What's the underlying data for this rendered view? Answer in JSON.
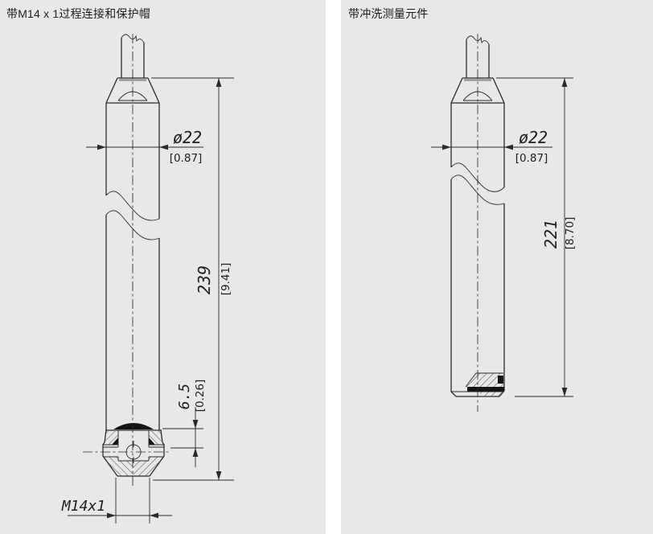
{
  "colors": {
    "background": "#e8e8ea",
    "divider": "#ffffff",
    "line": "#2b2b2b",
    "text": "#1f1f1f"
  },
  "left_panel": {
    "title": "带M14 x 1过程连接和保护帽",
    "dims": {
      "diameter": "ø22",
      "diameter_inch": "[0.87]",
      "length": "239",
      "length_inch": "[9.41]",
      "tip": "6.5",
      "tip_inch": "[0.26]",
      "thread": "M14x1"
    }
  },
  "right_panel": {
    "title": "带冲洗测量元件",
    "dims": {
      "diameter": "ø22",
      "diameter_inch": "[0.87]",
      "length": "221",
      "length_inch": "[8.70]"
    }
  }
}
